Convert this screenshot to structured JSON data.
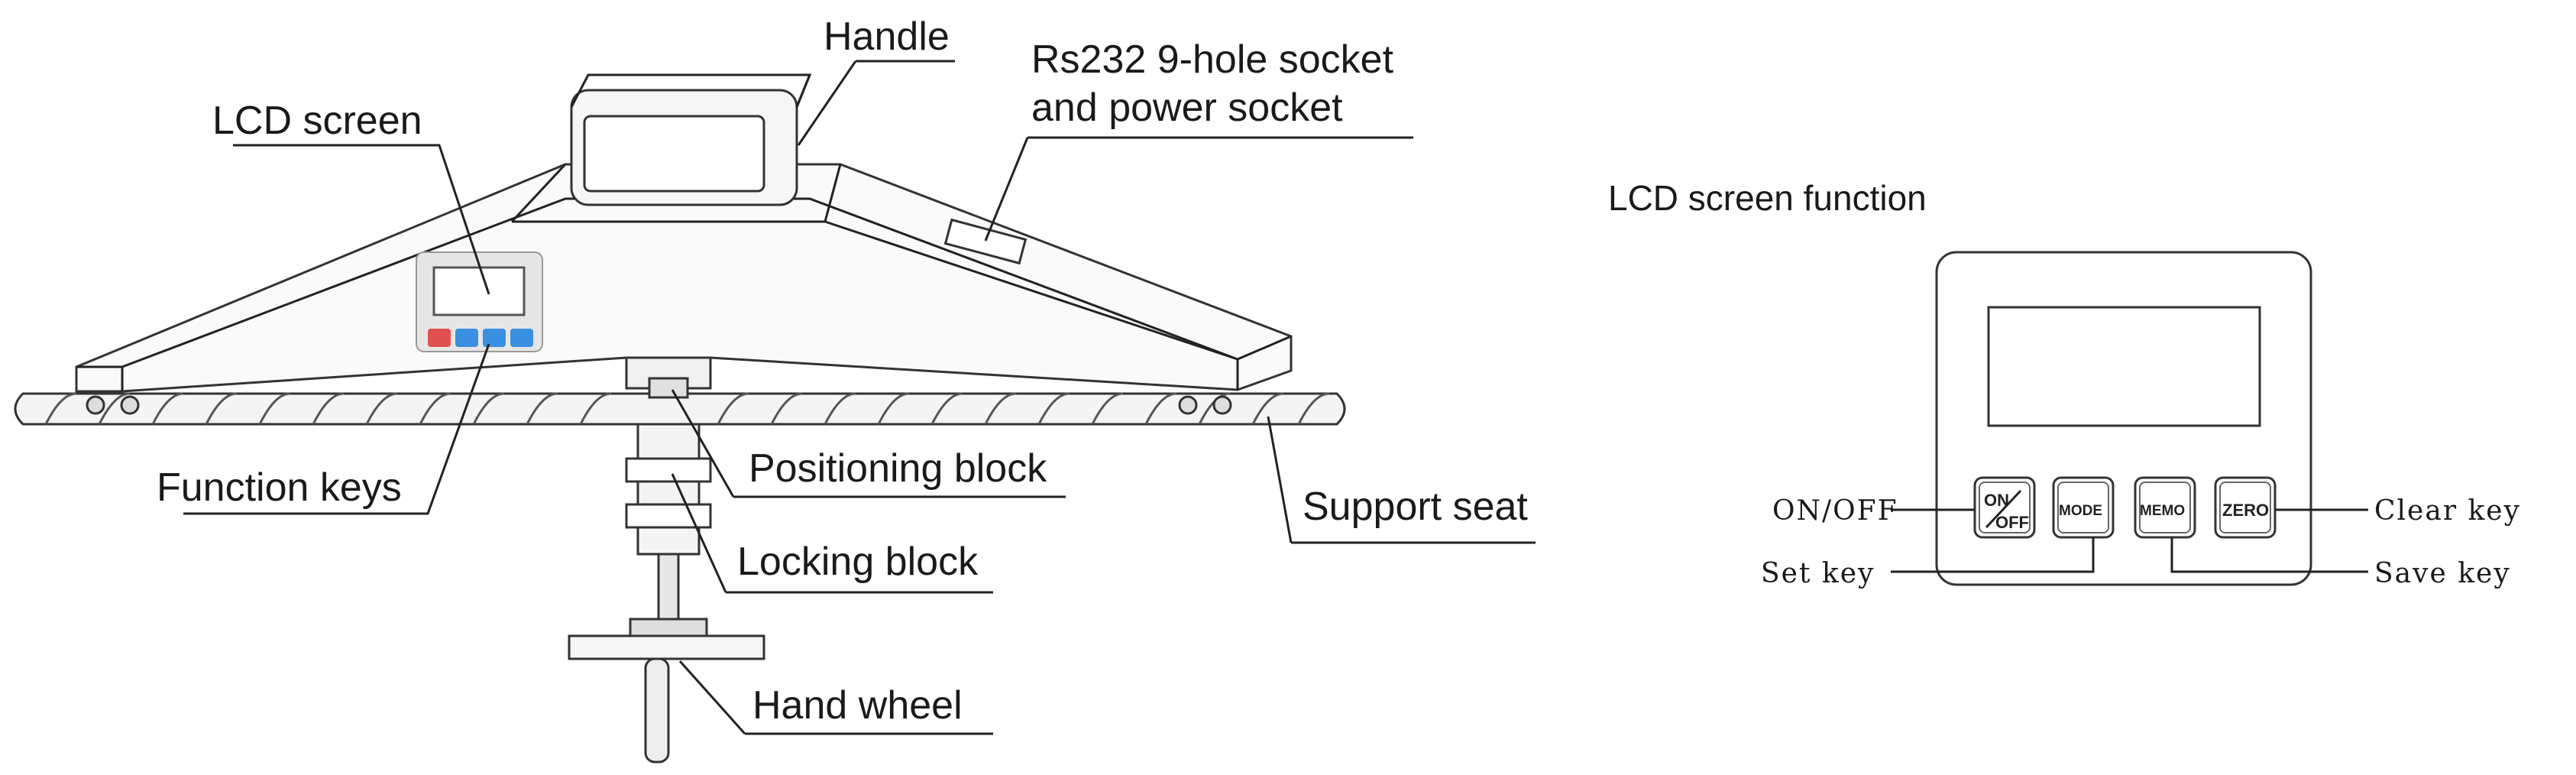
{
  "left_diagram": {
    "labels": {
      "handle": "Handle",
      "socket_line1": "Rs232 9-hole socket",
      "socket_line2": "and power socket",
      "lcd_screen": "LCD screen",
      "function_keys": "Function keys",
      "positioning_block": "Positioning block",
      "support_seat": "Support seat",
      "locking_block": "Locking block",
      "hand_wheel": "Hand wheel"
    }
  },
  "right_diagram": {
    "title": "LCD screen function",
    "keys": {
      "on_off_top": "ON",
      "on_off_bottom": "OFF",
      "mode": "MODE",
      "memo": "MEMO",
      "zero": "ZERO"
    },
    "labels": {
      "on_off": "ON/OFF",
      "set_key": "Set key",
      "save_key": "Save key",
      "clear_key": "Clear key"
    }
  }
}
